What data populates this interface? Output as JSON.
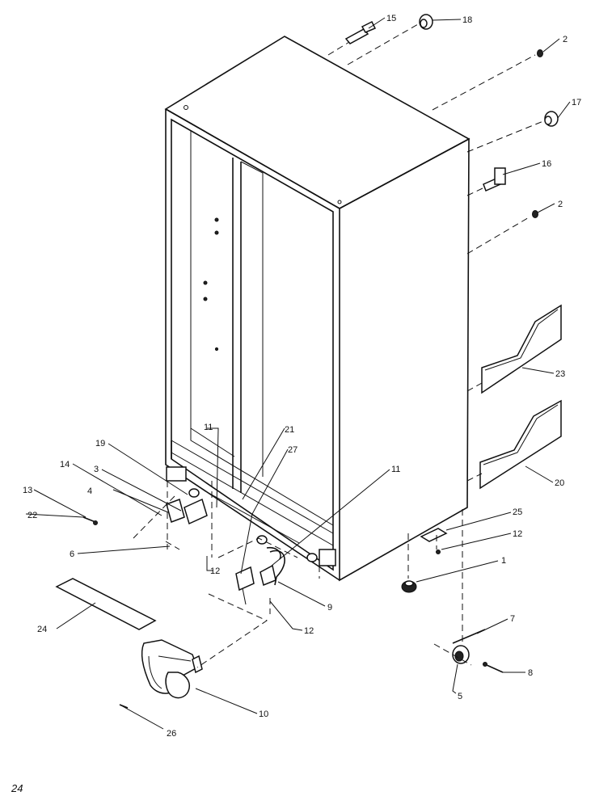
{
  "page_number": "24",
  "callouts": {
    "c1": "1",
    "c2a": "2",
    "c2b": "2",
    "c3": "3",
    "c4": "4",
    "c5": "5",
    "c6": "6",
    "c7": "7",
    "c8": "8",
    "c9": "9",
    "c10": "10",
    "c11a": "11",
    "c11b": "11",
    "c12a": "12",
    "c12b": "12",
    "c12c": "12",
    "c13": "13",
    "c14": "14",
    "c15": "15",
    "c16": "16",
    "c17": "17",
    "c18": "18",
    "c19": "19",
    "c20": "20",
    "c21": "21",
    "c22": "22",
    "c23": "23",
    "c24": "24",
    "c25": "25",
    "c26": "26",
    "c27": "27"
  }
}
